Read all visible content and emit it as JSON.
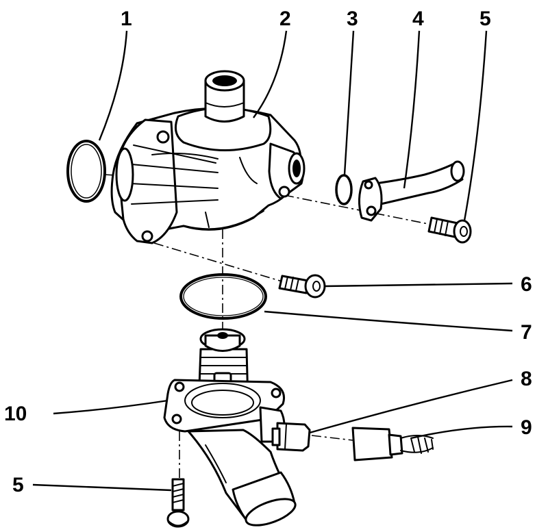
{
  "callouts": [
    {
      "id": "c1",
      "label": "1"
    },
    {
      "id": "c2",
      "label": "2"
    },
    {
      "id": "c3",
      "label": "3"
    },
    {
      "id": "c4",
      "label": "4"
    },
    {
      "id": "c5a",
      "label": "5"
    },
    {
      "id": "c6",
      "label": "6"
    },
    {
      "id": "c7",
      "label": "7"
    },
    {
      "id": "c8",
      "label": "8"
    },
    {
      "id": "c9",
      "label": "9"
    },
    {
      "id": "c10",
      "label": "10"
    },
    {
      "id": "c5b",
      "label": "5"
    }
  ]
}
